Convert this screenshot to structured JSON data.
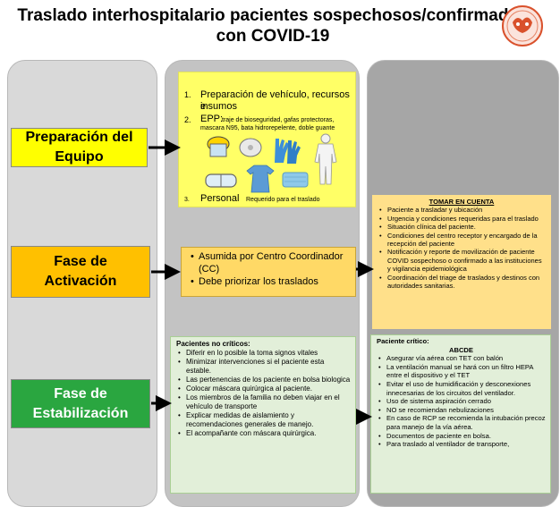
{
  "title_line1": "Traslado interhospitalario pacientes sospechosos/confirmados",
  "title_line2": "con COVID-19",
  "phases": {
    "prep_l1": "Preparación del",
    "prep_l2": "Equipo",
    "act_l1": "Fase de",
    "act_l2": "Activación",
    "stab_l1": "Fase de",
    "stab_l2": "Estabilización"
  },
  "prep": {
    "item1_num": "1.",
    "item1_l1": "Preparación de vehículo, recursos e",
    "item1_l2": "insumos",
    "item2_num": "2.",
    "item2_main": "EPP:",
    "item2_detail_l1": "traje de bioseguridad, gafas protectoras,",
    "item2_detail_l2": "mascara N95, bata hidrorepelente, doble guante",
    "item3_num": "3.",
    "item3_main": "Personal",
    "item3_detail": "Requerido para el traslado"
  },
  "activation": {
    "items": [
      "Asumida por Centro Coordinador (CC)",
      "Debe priorizar los traslados"
    ]
  },
  "tomar": {
    "header": "TOMAR EN CUENTA",
    "items": [
      "Paciente a trasladar y ubicación",
      "Urgencia y condiciones requeridas para el traslado",
      "Situación clínica del paciente.",
      "Condiciones del centro receptor y encargado de la recepción del paciente",
      "Notificación y reporte de movilización de paciente COVID sospechoso o confirmado a las instituciones y vigilancia epidemiológica",
      "Coordinación del triage de traslados y destinos con autoridades sanitarias."
    ]
  },
  "noncritical": {
    "header": "Pacientes no críticos:",
    "items": [
      "Diferir en lo posible la toma signos vitales",
      "Minimizar intervenciones si el paciente esta estable.",
      "Las pertenencias de los paciente en bolsa biologica",
      "Colocar máscara quirúrgica al paciente.",
      "Los miembros de la familia no deben viajar en el vehículo de transporte",
      "Explicar medidas de aislamiento y recomendaciones generales de manejo.",
      "El acompañante con máscara quirúrgica."
    ]
  },
  "critical": {
    "header": "Paciente crítico:",
    "subheader": "ABCDE",
    "items": [
      "Asegurar vía aérea con TET con balón",
      "La ventilación manual se hará con un filtro HEPA entre el dispositivo y el TET",
      "Evitar el uso de humidificación y desconexiones innecesarias de los circuitos del ventilador.",
      "Uso de sistema aspiración cerrado",
      "NO se recomiendan nebulizaciones",
      "En caso de RCP se recomienda la intubación precoz para manejo de la vía aérea.",
      "Documentos de paciente en bolsa.",
      "Para traslado al ventilador de transporte,"
    ]
  },
  "colors": {
    "prep": "#ffff00",
    "activation": "#ffc000",
    "stabilization": "#2aa640",
    "tomar_panel": "#ffe08a",
    "green_panel": "#e2efd9"
  }
}
